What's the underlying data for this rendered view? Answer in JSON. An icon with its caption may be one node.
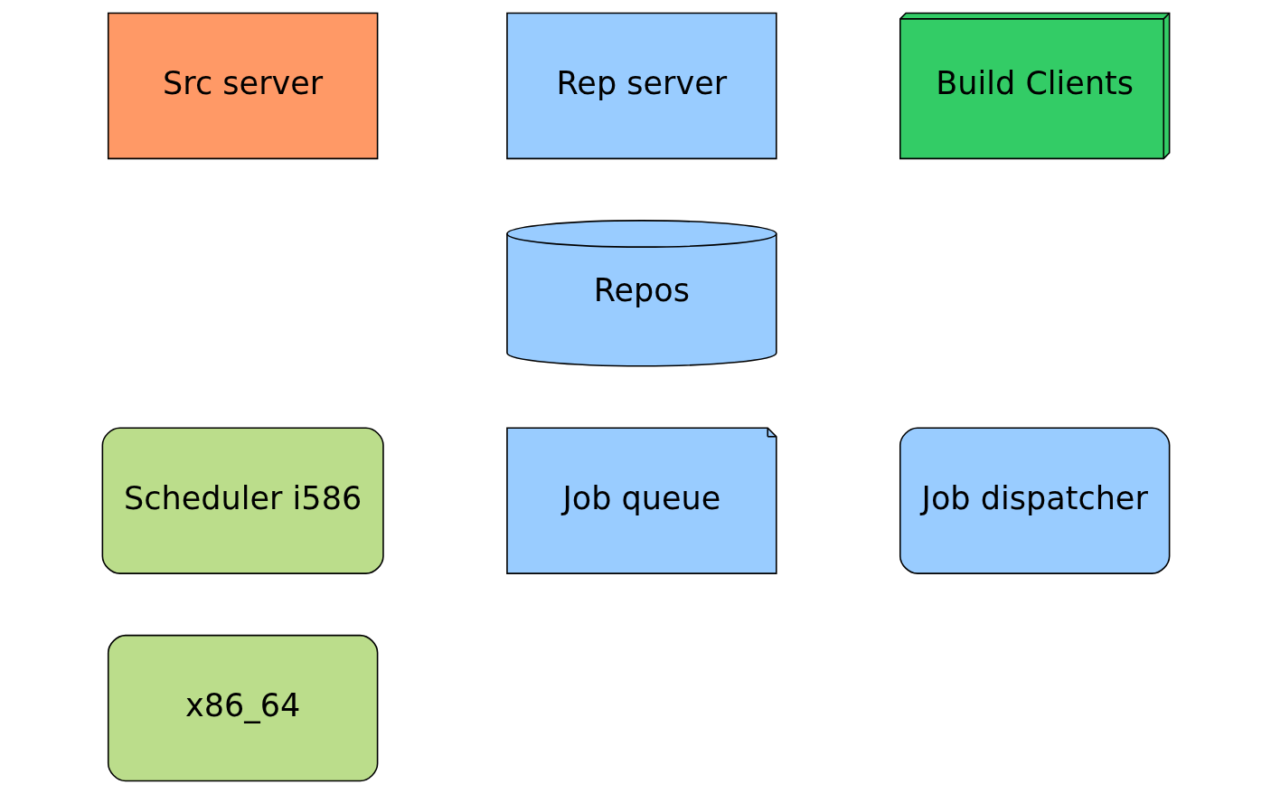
{
  "diagram": {
    "nodes": [
      {
        "text": [
          "Src server"
        ]
      },
      {
        "text": [
          "Rep server"
        ]
      },
      {
        "text": [
          "Build Clients"
        ]
      },
      {
        "text": [
          "Repos"
        ]
      },
      {
        "text": [
          "Scheduler i586"
        ]
      },
      {
        "text": [
          "x86_64"
        ]
      },
      {
        "text": [
          "Job queue"
        ]
      },
      {
        "text": [
          "Job dispatcher"
        ]
      }
    ]
  }
}
